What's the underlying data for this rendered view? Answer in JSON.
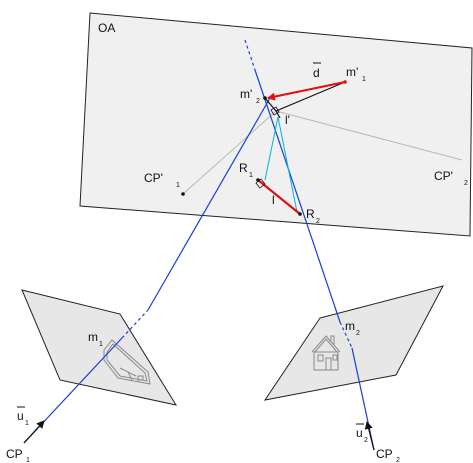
{
  "plane_label": "OA",
  "labels": {
    "d": "d",
    "m1p": "m'",
    "m1p_sub": "1",
    "m2p": "m'",
    "m2p_sub": "2",
    "lp": "l'",
    "cp1p": "CP'",
    "cp1p_sub": "1",
    "cp2p": "CP'",
    "cp2p_sub": "2",
    "r1": "R",
    "r1_sub": "1",
    "r2": "R",
    "r2_sub": "2",
    "l": "l",
    "m1": "m",
    "m1_sub": "1",
    "m2": "m",
    "m2_sub": "2",
    "u1": "u",
    "u1_sub": "1",
    "u2": "u",
    "u2_sub": "2",
    "cp1": "CP",
    "cp1_sub": "1",
    "cp2": "CP",
    "cp2_sub": "2"
  },
  "colors": {
    "ray": "#1a3fd1",
    "vector": "#e01010",
    "projection": "#00b4d8",
    "plane_fill": "#f0f0f0",
    "plane_stroke": "#222222",
    "construction": "#b8b8b8"
  }
}
